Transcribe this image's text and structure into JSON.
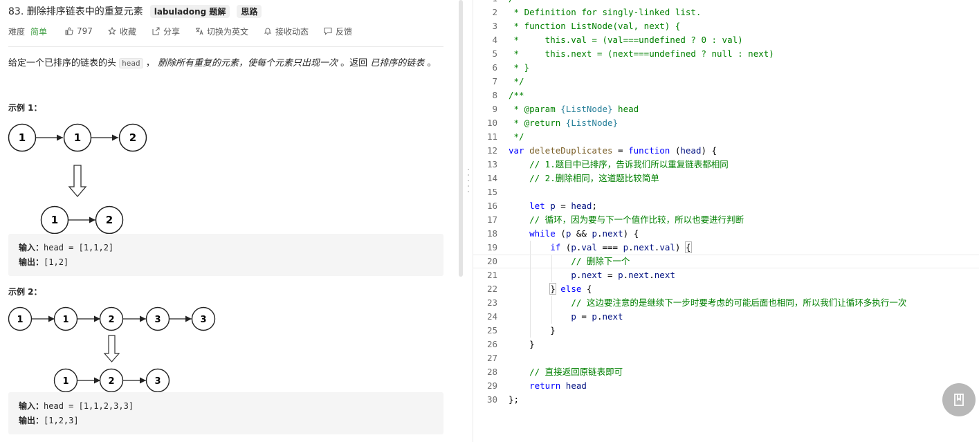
{
  "problem": {
    "title": "83. 删除排序链表中的重复元素",
    "tags": [
      "labuladong 题解",
      "思路"
    ],
    "difficulty_label": "难度",
    "difficulty": "简单",
    "likes": "797",
    "favorite": "收藏",
    "share": "分享",
    "translate": "切换为英文",
    "subscribe": "接收动态",
    "feedback": "反馈",
    "description": {
      "p1": "给定一个已排序的链表的头",
      "code": "head",
      "p2": "，",
      "em1": "删除所有重复的元素，使每个元素只出现一次",
      "p3": "。返回",
      "em2": "已排序的链表",
      "p4": "。"
    },
    "examples": [
      {
        "title": "示例 1：",
        "input_label": "输入：",
        "input": "head = [1,1,2]",
        "output_label": "输出：",
        "output": "[1,2]",
        "before": [
          "1",
          "1",
          "2"
        ],
        "after": [
          "1",
          "2"
        ]
      },
      {
        "title": "示例 2：",
        "input_label": "输入：",
        "input": "head = [1,1,2,3,3]",
        "output_label": "输出：",
        "output": "[1,2,3]",
        "before": [
          "1",
          "1",
          "2",
          "3",
          "3"
        ],
        "after": [
          "1",
          "2",
          "3"
        ]
      }
    ]
  },
  "editor": {
    "lines": [
      [
        [
          "ct",
          "/**"
        ]
      ],
      [
        [
          "ct",
          " * Definition for singly-linked list."
        ]
      ],
      [
        [
          "ct",
          " * function ListNode(val, next) {"
        ]
      ],
      [
        [
          "ct",
          " *     this.val = (val===undefined ? 0 : val)"
        ]
      ],
      [
        [
          "ct",
          " *     this.next = (next===undefined ? null : next)"
        ]
      ],
      [
        [
          "ct",
          " * }"
        ]
      ],
      [
        [
          "ct",
          " */"
        ]
      ],
      [
        [
          "ct",
          "/**"
        ]
      ],
      [
        [
          "ct",
          " * @param "
        ],
        [
          "ty",
          "{ListNode}"
        ],
        [
          "ct",
          " head"
        ]
      ],
      [
        [
          "ct",
          " * @return "
        ],
        [
          "ty",
          "{ListNode}"
        ]
      ],
      [
        [
          "ct",
          " */"
        ]
      ],
      [
        [
          "k",
          "var"
        ],
        [
          "",
          ""
        ],
        [
          "f",
          " deleteDuplicates"
        ],
        [
          "",
          " = "
        ],
        [
          "k",
          "function"
        ],
        [
          "",
          " ("
        ],
        [
          "p",
          "head"
        ],
        [
          "",
          ") {"
        ]
      ],
      [
        [
          "",
          "    "
        ],
        [
          "ct",
          "// 1.题目中已排序，告诉我们所以重复链表都相同"
        ]
      ],
      [
        [
          "",
          "    "
        ],
        [
          "ct",
          "// 2.删除相同，这道题比较简单"
        ]
      ],
      [
        [
          "",
          ""
        ]
      ],
      [
        [
          "",
          "    "
        ],
        [
          "k",
          "let"
        ],
        [
          "p",
          " p"
        ],
        [
          "",
          " = "
        ],
        [
          "p",
          "head"
        ],
        [
          "",
          ";"
        ]
      ],
      [
        [
          "",
          "    "
        ],
        [
          "ct",
          "// 循环，因为要与下一个值作比较，所以也要进行判断"
        ]
      ],
      [
        [
          "",
          "    "
        ],
        [
          "k",
          "while"
        ],
        [
          "",
          " ("
        ],
        [
          "p",
          "p"
        ],
        [
          "",
          " && "
        ],
        [
          "p",
          "p"
        ],
        [
          "",
          "."
        ],
        [
          "p",
          "next"
        ],
        [
          "",
          ") {"
        ]
      ],
      [
        [
          "",
          "        "
        ],
        [
          "k",
          "if"
        ],
        [
          "",
          " ("
        ],
        [
          "p",
          "p"
        ],
        [
          "",
          "."
        ],
        [
          "p",
          "val"
        ],
        [
          "",
          " === "
        ],
        [
          "p",
          "p"
        ],
        [
          "",
          "."
        ],
        [
          "p",
          "next"
        ],
        [
          "",
          "."
        ],
        [
          "p",
          "val"
        ],
        [
          "",
          ") "
        ],
        [
          "brk",
          "{"
        ]
      ],
      [
        [
          "",
          "            "
        ],
        [
          "ct",
          "// 删除下一个"
        ]
      ],
      [
        [
          "",
          "            "
        ],
        [
          "p",
          "p"
        ],
        [
          "",
          "."
        ],
        [
          "p",
          "next"
        ],
        [
          "",
          " = "
        ],
        [
          "p",
          "p"
        ],
        [
          "",
          "."
        ],
        [
          "p",
          "next"
        ],
        [
          "",
          "."
        ],
        [
          "p",
          "next"
        ]
      ],
      [
        [
          "",
          "        "
        ],
        [
          "brk",
          "}"
        ],
        [
          "",
          " "
        ],
        [
          "k",
          "else"
        ],
        [
          "",
          " {"
        ]
      ],
      [
        [
          "",
          "            "
        ],
        [
          "ct",
          "// 这边要注意的是继续下一步时要考虑的可能后面也相同，所以我们让循环多执行一次"
        ]
      ],
      [
        [
          "",
          "            "
        ],
        [
          "p",
          "p"
        ],
        [
          "",
          " = "
        ],
        [
          "p",
          "p"
        ],
        [
          "",
          "."
        ],
        [
          "p",
          "next"
        ]
      ],
      [
        [
          "",
          "        }"
        ]
      ],
      [
        [
          "",
          "    }"
        ]
      ],
      [
        [
          "",
          ""
        ]
      ],
      [
        [
          "",
          "    "
        ],
        [
          "ct",
          "// 直接返回原链表即可"
        ]
      ],
      [
        [
          "",
          "    "
        ],
        [
          "k",
          "return"
        ],
        [
          "p",
          " head"
        ]
      ],
      [
        [
          "",
          "};"
        ]
      ]
    ],
    "current_line": 20
  },
  "colors": {
    "accent_easy": "#43a047",
    "comment": "#008000",
    "keyword": "#0000ff"
  },
  "icons": [
    "thumb-up-icon",
    "star-icon",
    "share-icon",
    "translate-icon",
    "bell-icon",
    "feedback-icon",
    "notes-icon"
  ]
}
